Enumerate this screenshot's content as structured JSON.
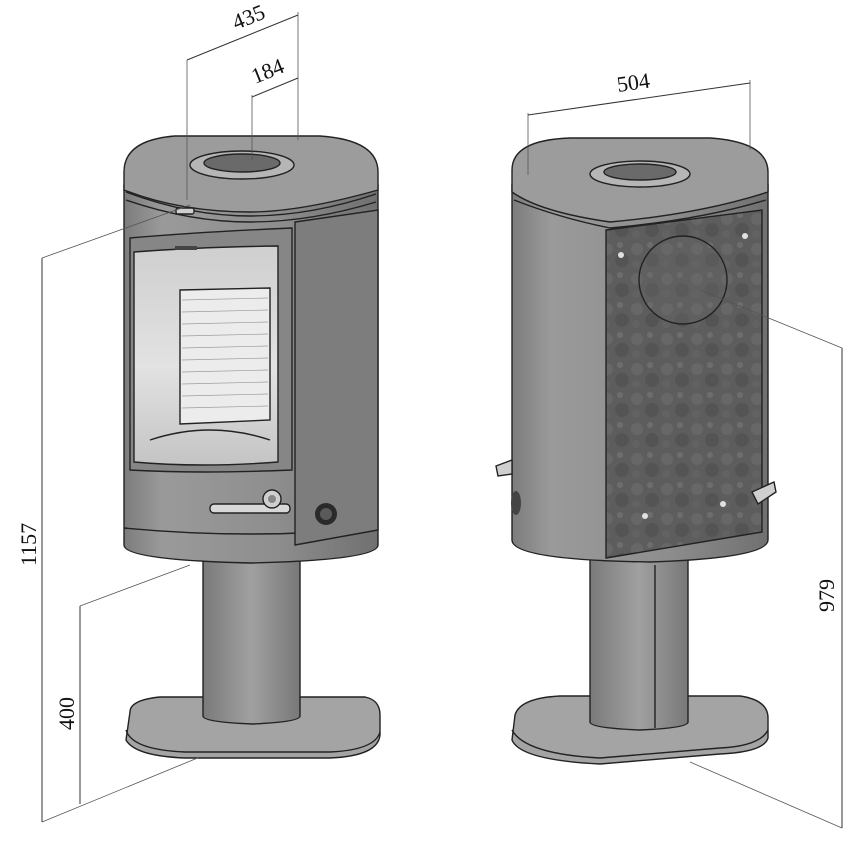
{
  "dimensions": {
    "top_width": "435",
    "flue_offset": "184",
    "depth": "504",
    "total_height": "1157",
    "base_to_body": "400",
    "flue_height": "979"
  },
  "colors": {
    "body": "#8a8a8a",
    "body_light": "#a5a5a5",
    "body_dark": "#6e6e6e",
    "top": "#9a9a9a",
    "glass": "#d9d9d9",
    "panel": "#5c5c5c",
    "line": "#222222"
  }
}
